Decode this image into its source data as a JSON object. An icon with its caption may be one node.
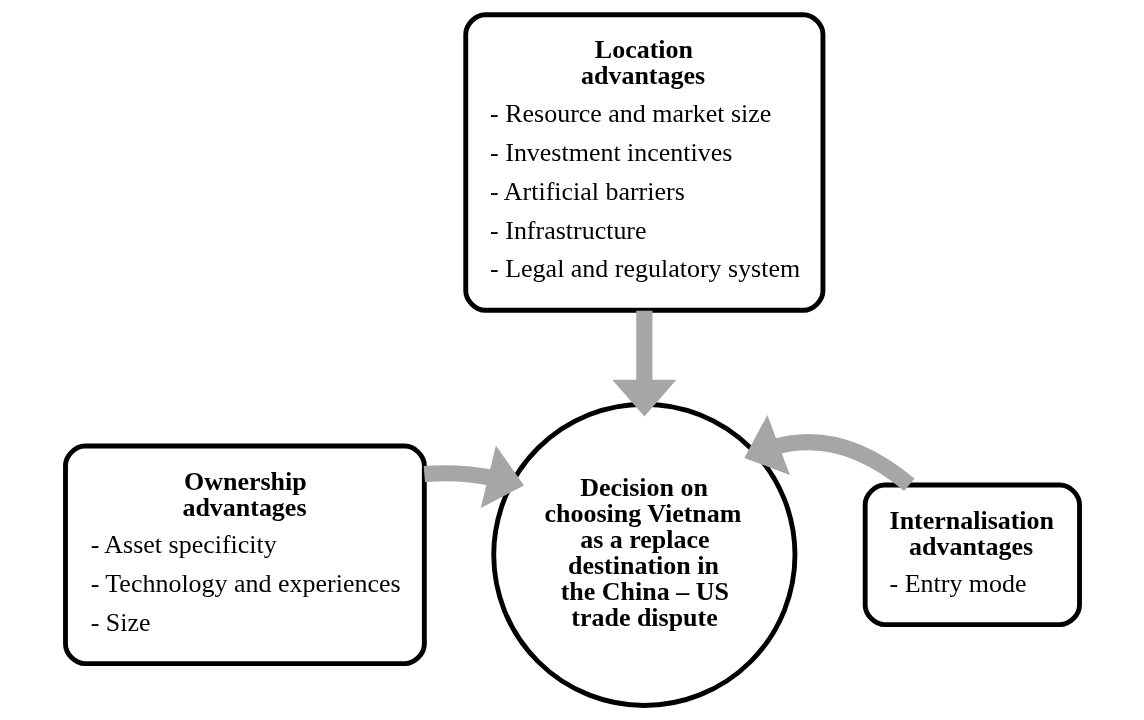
{
  "diagram": {
    "nodes": [
      {
        "text": [
          "Location advantages",
          "- Resource and market size",
          "- Investment incentives",
          "- Artificial barriers",
          "- Infrastructure",
          "- Legal and regulatory system"
        ]
      },
      {
        "text": [
          "Ownership advantages",
          "- Asset specificity",
          "- Technology and experiences",
          "- Size"
        ]
      },
      {
        "text": [
          "Decision on choosing Vietnam as a replace destination in the China – US trade dispute"
        ]
      },
      {
        "text": [
          "Internalisation advantages",
          "- Entry mode"
        ]
      }
    ],
    "edges": [
      {
        "from": 0,
        "to": 2,
        "arrow": "to",
        "color": "#a6a6a6"
      },
      {
        "from": 1,
        "to": 2,
        "arrow": "to",
        "color": "#a6a6a6"
      },
      {
        "from": 3,
        "to": 2,
        "arrow": "to",
        "color": "#a6a6a6"
      }
    ]
  }
}
